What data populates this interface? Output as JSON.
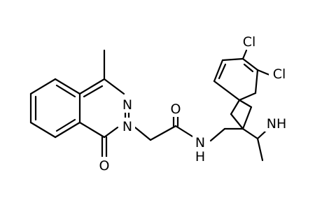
{
  "molecule": {
    "atom_labels": {
      "N_ring_upper": "N",
      "N_ring_lower": "N",
      "O_lactam": "O",
      "O_amide": "O",
      "NH_amide": "N",
      "H_amide": "H",
      "NH_indole": "NH",
      "Cl_upper": "Cl",
      "Cl_lower": "Cl"
    },
    "colors": {
      "bond": "#000000",
      "label": "#000000",
      "background": "#ffffff"
    }
  }
}
